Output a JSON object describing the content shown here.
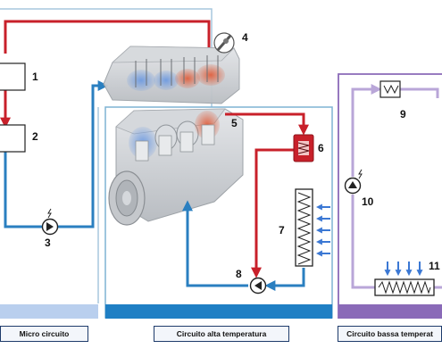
{
  "components": [
    {
      "id": "1",
      "label": "1"
    },
    {
      "id": "2",
      "label": "2"
    },
    {
      "id": "3",
      "label": "3"
    },
    {
      "id": "4",
      "label": "4"
    },
    {
      "id": "5",
      "label": "5"
    },
    {
      "id": "6",
      "label": "6"
    },
    {
      "id": "7",
      "label": "7"
    },
    {
      "id": "8",
      "label": "8"
    },
    {
      "id": "9",
      "label": "9"
    },
    {
      "id": "10",
      "label": "10"
    },
    {
      "id": "11",
      "label": "11"
    }
  ],
  "circuits": [
    {
      "name": "Micro circuito",
      "color": "#b9cfee"
    },
    {
      "name": "Circuito alta temperatura",
      "color": "#1f7fc4"
    },
    {
      "name": "Circuito bassa temperat",
      "color": "#8a6ab8"
    }
  ],
  "colors": {
    "hot": "#c8202a",
    "cold": "#2a7fc0",
    "low_temp": "#b9a6d8",
    "frame_high": "#7fb3d3",
    "frame_low": "#8a6ab8",
    "air_arrows": "#3b78d4"
  }
}
